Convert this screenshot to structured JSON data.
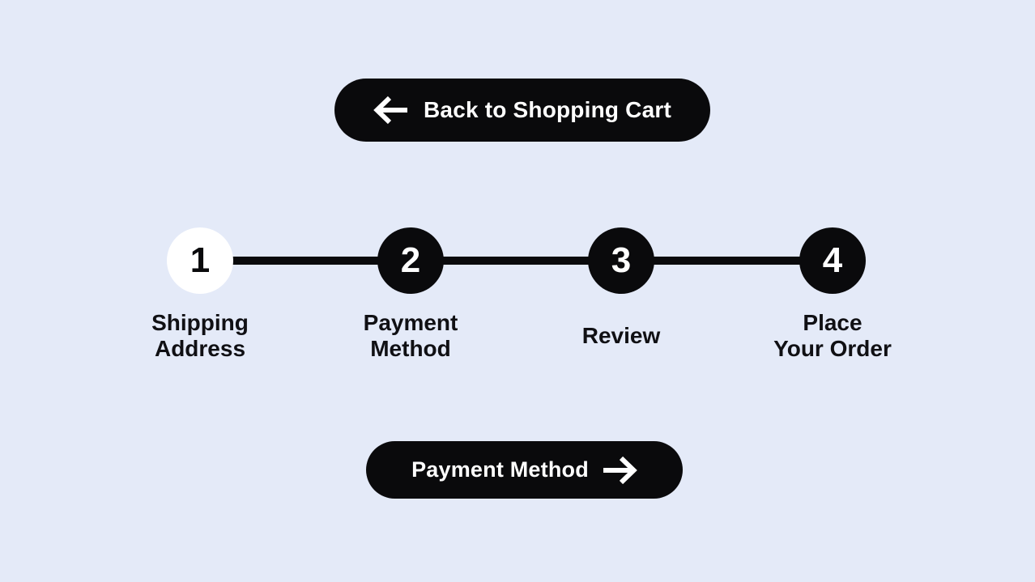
{
  "page": {
    "background_color": "#E4EAF8",
    "primary_color": "#0A0A0C",
    "text_color": "#101014"
  },
  "back_button": {
    "label": "Back to Shopping Cart",
    "icon": "arrow-left"
  },
  "stepper": {
    "steps": [
      {
        "number": "1",
        "label": "Shipping\nAddress",
        "state": "active"
      },
      {
        "number": "2",
        "label": "Payment\nMethod",
        "state": "upcoming"
      },
      {
        "number": "3",
        "label": "Review",
        "state": "upcoming"
      },
      {
        "number": "4",
        "label": "Place\nYour Order",
        "state": "upcoming"
      }
    ]
  },
  "next_button": {
    "label": "Payment Method",
    "icon": "arrow-right"
  }
}
